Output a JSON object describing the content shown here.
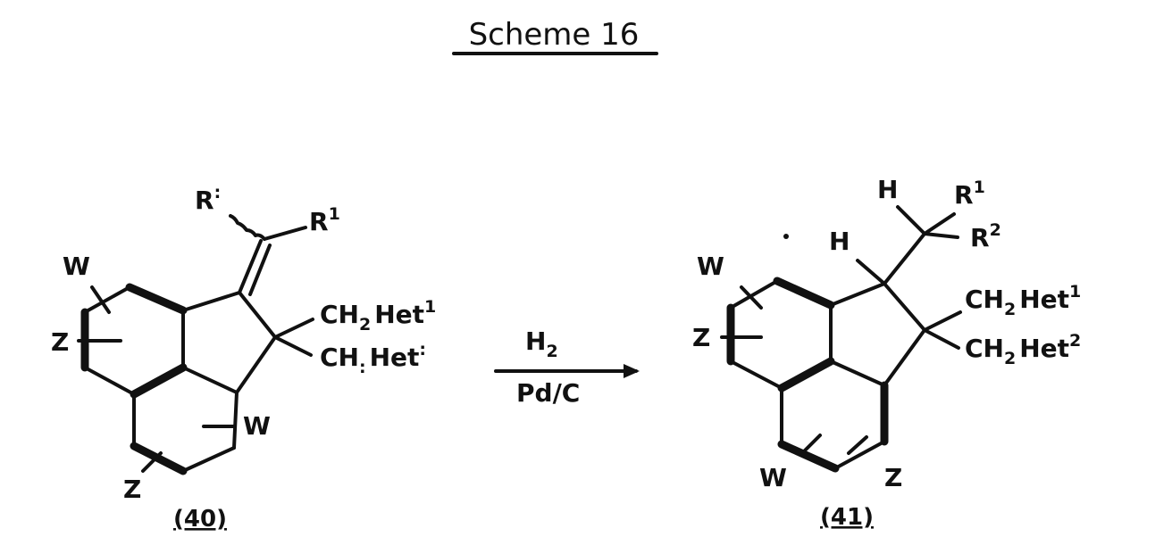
{
  "title": "Scheme 16",
  "reaction": {
    "reagent_top": "H",
    "reagent_top_sub": "2",
    "reagent_bottom": "Pd/C"
  },
  "compound_40": {
    "label": "(40)",
    "R_top_left": "R",
    "R_top_left_sup": ":",
    "R1": "R",
    "R1_sup": "1",
    "CH2Het1_a": "CH",
    "CH2Het1_sub": "2",
    "CH2Het1_b": "Het",
    "CH2Het1_sup": "1",
    "CH2Het2_a": "CH",
    "CH2Het2_sub": ":",
    "CH2Het2_b": "Het",
    "CH2Het2_sup": ":",
    "W_top": "W",
    "Z_left": "Z",
    "W_right": "W",
    "Z_bottom": "Z"
  },
  "compound_41": {
    "label": "(41)",
    "H_top": "H",
    "H_ring": "H",
    "R1": "R",
    "R1_sup": "1",
    "R2": "R",
    "R2_sup": "2",
    "CH2Het1_a": "CH",
    "CH2Het1_sub": "2",
    "CH2Het1_b": "Het",
    "CH2Het1_sup": "1",
    "CH2Het2_a": "CH",
    "CH2Het2_sub": "2",
    "CH2Het2_b": "Het",
    "CH2Het2_sup": "2",
    "W_top": "W",
    "Z_left": "Z",
    "W_bottom": "W",
    "Z_bottom": "Z"
  }
}
